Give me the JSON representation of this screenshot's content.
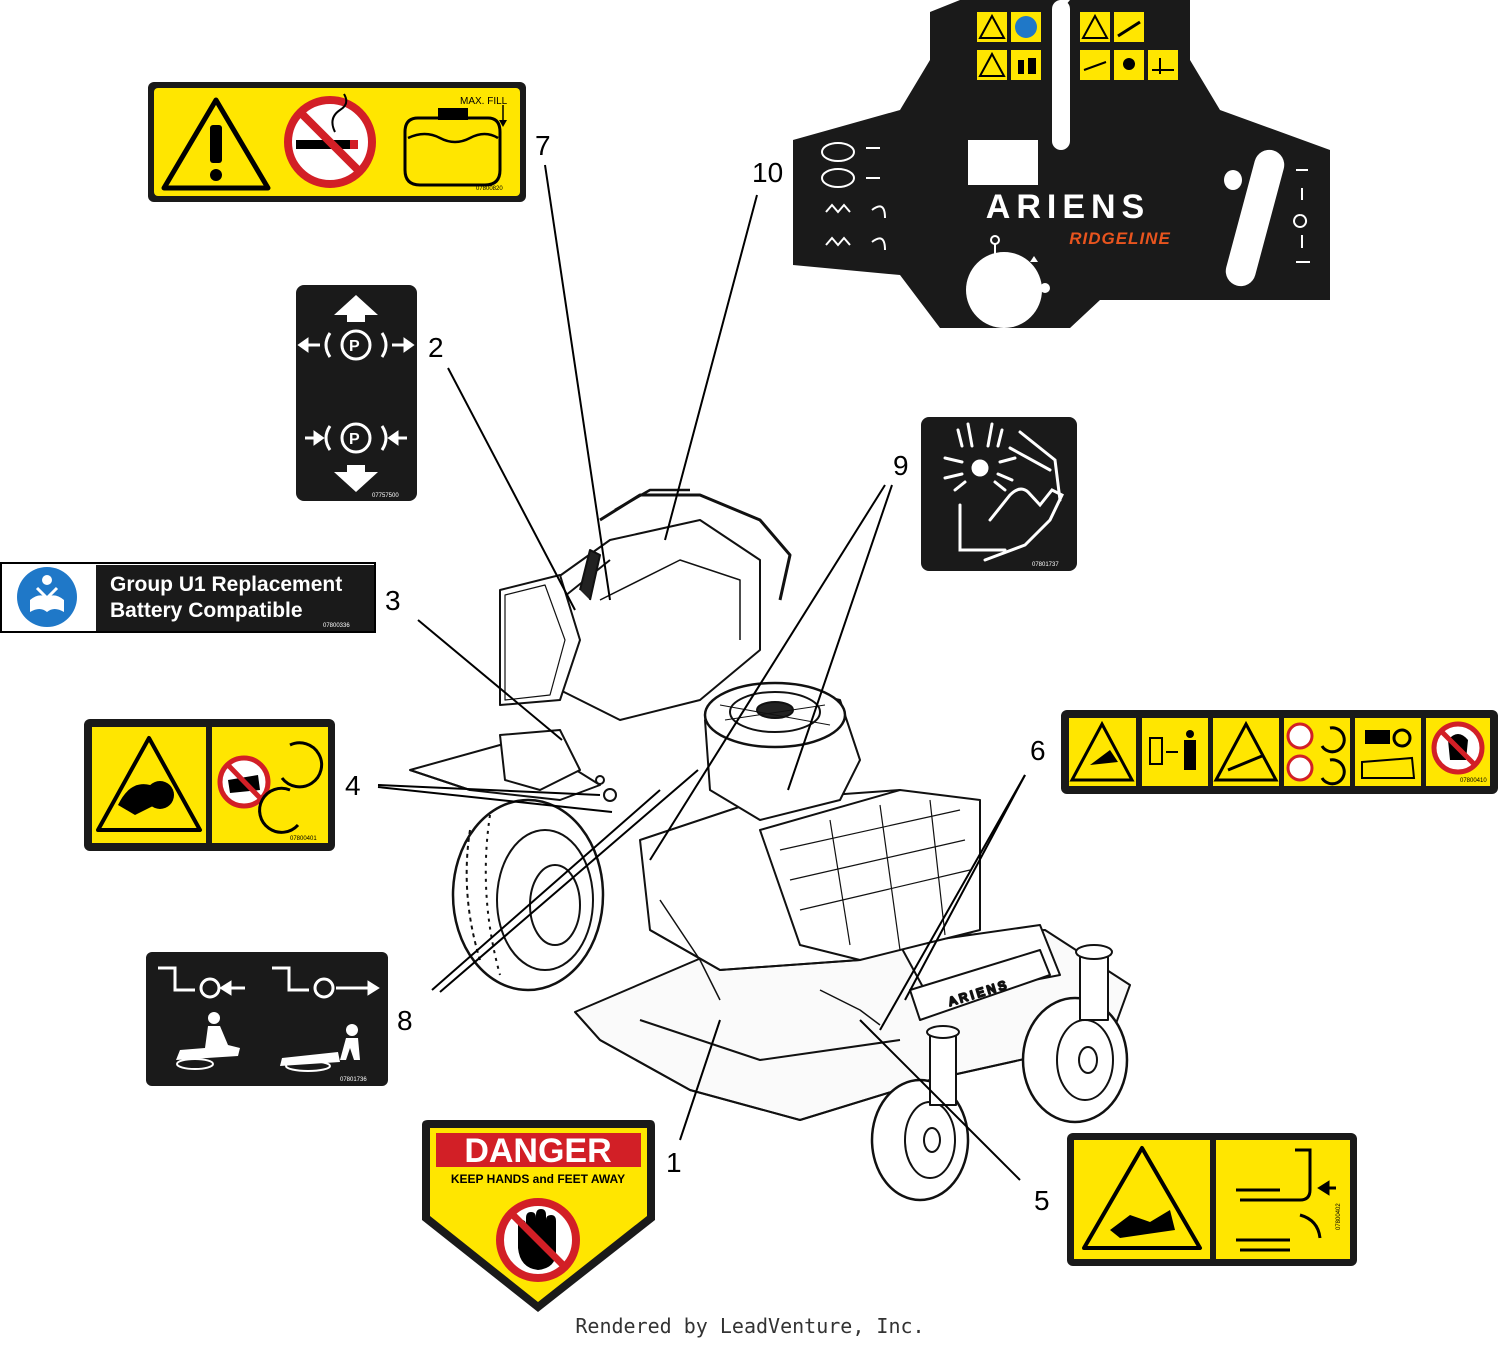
{
  "colors": {
    "yellow": "#ffe600",
    "black": "#1a1a1a",
    "red": "#d21f26",
    "orange": "#e8541e",
    "blue": "#1f78c8"
  },
  "callouts": {
    "n1": "1",
    "n2": "2",
    "n3": "3",
    "n4": "4",
    "n5": "5",
    "n6": "6",
    "n7": "7",
    "n8": "8",
    "n9": "9",
    "n10": "10"
  },
  "decals": {
    "fuel": {
      "max_fill": "MAX. FILL",
      "code": "07800820",
      "icons": [
        "warning-icon",
        "no-smoking-icon",
        "fuel-tank-icon"
      ]
    },
    "parking_brake": {
      "code": "07757500",
      "icons": [
        "arrow-up-icon",
        "parking-brake-icon",
        "arrow-down-icon"
      ]
    },
    "battery": {
      "line1": "Group U1 Replacement",
      "line2": "Battery Compatible",
      "code": "07800336",
      "icons": [
        "read-manual-icon"
      ]
    },
    "belt": {
      "code": "07800401",
      "icons": [
        "entanglement-warning-icon",
        "no-hand-belt-icon"
      ]
    },
    "operator": {
      "code": "07801736",
      "icons": [
        "lever-pull-icon",
        "lever-push-icon",
        "rider-icon",
        "stander-icon"
      ]
    },
    "danger": {
      "title": "DANGER",
      "subtitle": "KEEP HANDS and FEET AWAY",
      "icons": [
        "no-hand-icon"
      ]
    },
    "control_panel": {
      "brand": "ARIENS",
      "model": "RIDGELINE",
      "icons": [
        "key-icon",
        "throttle-icon"
      ]
    },
    "hot_surface": {
      "code": "07801737",
      "icons": [
        "fan-hand-icon"
      ]
    },
    "deck_warning": {
      "code": "07800410",
      "icons": [
        "thrown-object-icon",
        "keep-distance-icon",
        "slope-icon",
        "no-hands-rotation-icon",
        "key-removal-icon",
        "no-step-icon"
      ]
    },
    "blade": {
      "code": "07800402",
      "icons": [
        "blade-warning-icon",
        "deck-lift-icon"
      ]
    }
  },
  "footer": "Rendered by LeadVenture, Inc."
}
